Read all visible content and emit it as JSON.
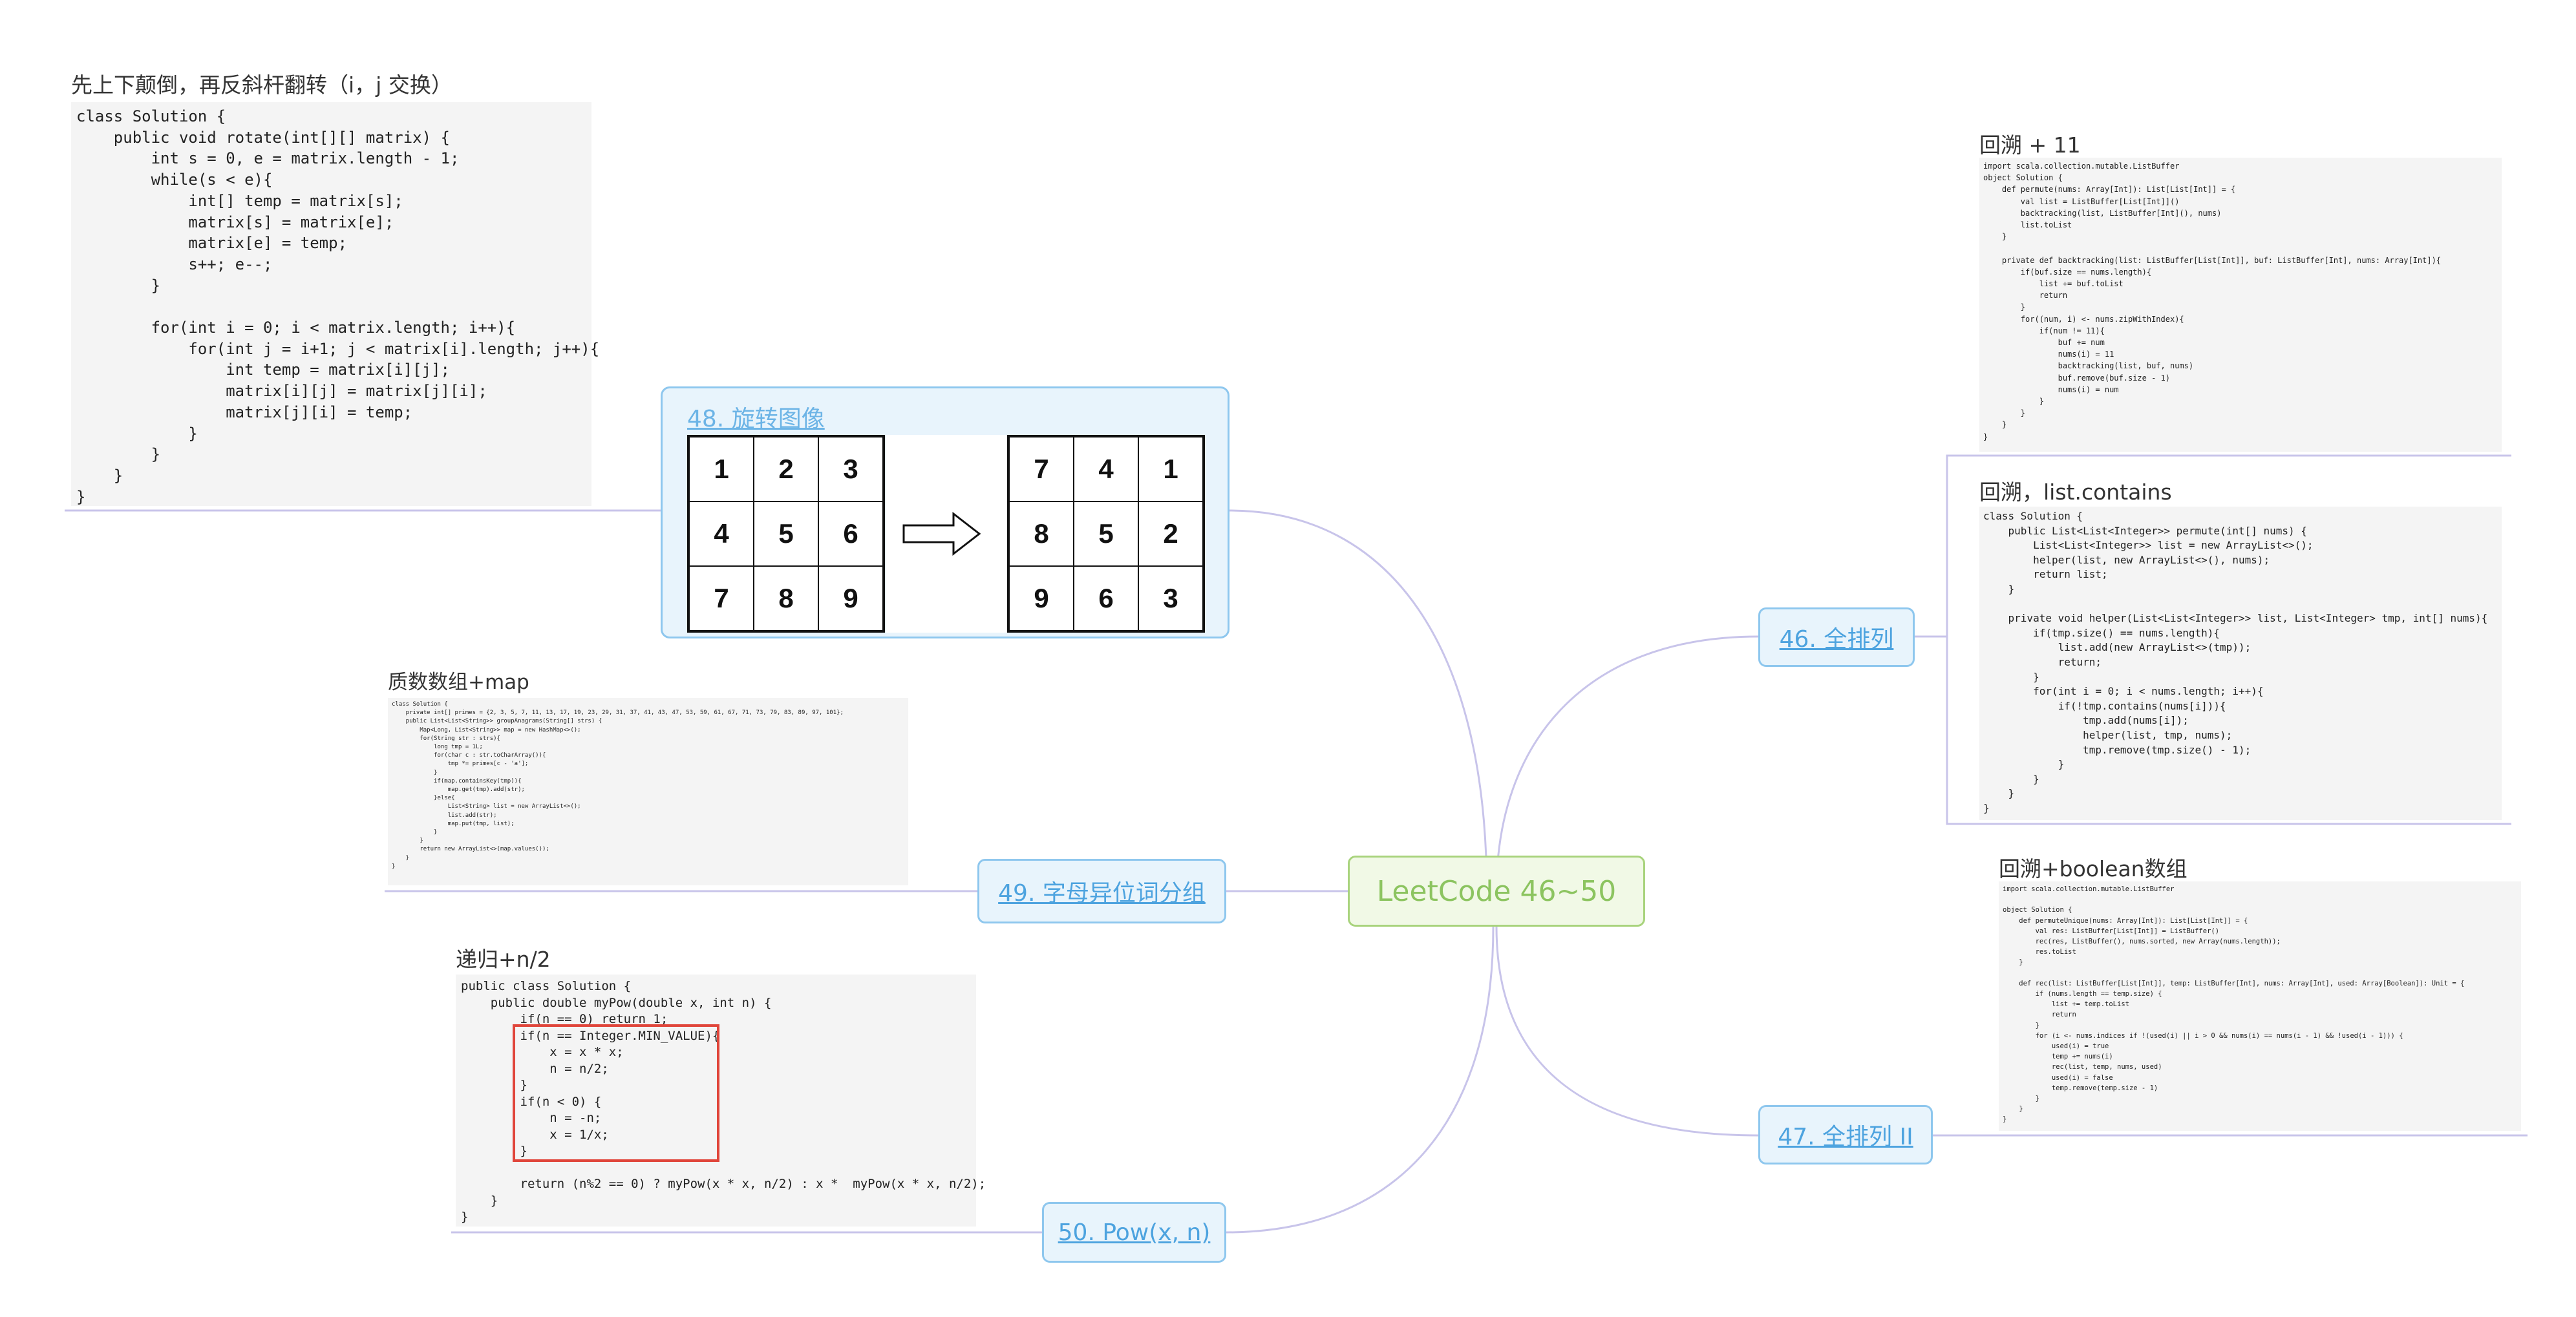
{
  "center": {
    "label": "LeetCode 46~50"
  },
  "topics": {
    "t46": {
      "label": "46. 全排列"
    },
    "t47": {
      "label": "47. 全排列 II"
    },
    "t48": {
      "label": "48. 旋转图像"
    },
    "t49": {
      "label": "49. 字母异位词分组"
    },
    "t50": {
      "label": "50. Pow(x, n)"
    }
  },
  "rotate_grids": {
    "before": [
      "1",
      "2",
      "3",
      "4",
      "5",
      "6",
      "7",
      "8",
      "9"
    ],
    "after": [
      "7",
      "4",
      "1",
      "8",
      "5",
      "2",
      "9",
      "6",
      "3"
    ]
  },
  "notes": {
    "n48": {
      "title": "先上下颠倒，再反斜杆翻转（i，j 交换）",
      "code": [
        "class Solution {",
        "    public void rotate(int[][] matrix) {",
        "        int s = 0, e = matrix.length - 1;",
        "        while(s < e){",
        "            int[] temp = matrix[s];",
        "            matrix[s] = matrix[e];",
        "            matrix[e] = temp;",
        "            s++; e--;",
        "        }",
        "",
        "        for(int i = 0; i < matrix.length; i++){",
        "            for(int j = i+1; j < matrix[i].length; j++){",
        "                int temp = matrix[i][j];",
        "                matrix[i][j] = matrix[j][i];",
        "                matrix[j][i] = temp;",
        "            }",
        "        }",
        "    }",
        "}"
      ]
    },
    "n49": {
      "title": "质数数组+map",
      "code": [
        "class Solution {",
        "    private int[] primes = {2, 3, 5, 7, 11, 13, 17, 19, 23, 29, 31, 37, 41, 43, 47, 53, 59, 61, 67, 71, 73, 79, 83, 89, 97, 101};",
        "    public List<List<String>> groupAnagrams(String[] strs) {",
        "        Map<Long, List<String>> map = new HashMap<>();",
        "        for(String str : strs){",
        "            long tmp = 1L;",
        "            for(char c : str.toCharArray()){",
        "                tmp *= primes[c - 'a'];",
        "            }",
        "            if(map.containsKey(tmp)){",
        "                map.get(tmp).add(str);",
        "            }else{",
        "                List<String> list = new ArrayList<>();",
        "                list.add(str);",
        "                map.put(tmp, list);",
        "            }",
        "        }",
        "        return new ArrayList<>(map.values());",
        "    }",
        "}"
      ]
    },
    "n50": {
      "title": "递归+n/2",
      "code": [
        "public class Solution {",
        "    public double myPow(double x, int n) {",
        "        if(n == 0) return 1;",
        "        if(n == Integer.MIN_VALUE){",
        "            x = x * x;",
        "            n = n/2;",
        "        }",
        "        if(n < 0) {",
        "            n = -n;",
        "            x = 1/x;",
        "        }",
        "",
        "        return (n%2 == 0) ? myPow(x * x, n/2) : x *  myPow(x * x, n/2);",
        "    }",
        "}"
      ]
    },
    "n46a": {
      "title": "回溯 + 11",
      "code": [
        "import scala.collection.mutable.ListBuffer",
        "object Solution {",
        "    def permute(nums: Array[Int]): List[List[Int]] = {",
        "        val list = ListBuffer[List[Int]]()",
        "        backtracking(list, ListBuffer[Int](), nums)",
        "        list.toList",
        "    }",
        "",
        "    private def backtracking(list: ListBuffer[List[Int]], buf: ListBuffer[Int], nums: Array[Int]){",
        "        if(buf.size == nums.length){",
        "            list += buf.toList",
        "            return",
        "        }",
        "        for((num, i) <- nums.zipWithIndex){",
        "            if(num != 11){",
        "                buf += num",
        "                nums(i) = 11",
        "                backtracking(list, buf, nums)",
        "                buf.remove(buf.size - 1)",
        "                nums(i) = num",
        "            }",
        "        }",
        "    }",
        "}"
      ]
    },
    "n46b": {
      "title": "回溯，list.contains",
      "code": [
        "class Solution {",
        "    public List<List<Integer>> permute(int[] nums) {",
        "        List<List<Integer>> list = new ArrayList<>();",
        "        helper(list, new ArrayList<>(), nums);",
        "        return list;",
        "    }",
        "",
        "    private void helper(List<List<Integer>> list, List<Integer> tmp, int[] nums){",
        "        if(tmp.size() == nums.length){",
        "            list.add(new ArrayList<>(tmp));",
        "            return;",
        "        }",
        "        for(int i = 0; i < nums.length; i++){",
        "            if(!tmp.contains(nums[i])){",
        "                tmp.add(nums[i]);",
        "                helper(list, tmp, nums);",
        "                tmp.remove(tmp.size() - 1);",
        "            }",
        "        }",
        "    }",
        "}"
      ]
    },
    "n47": {
      "title": "回溯+boolean数组",
      "code": [
        "import scala.collection.mutable.ListBuffer",
        "",
        "object Solution {",
        "    def permuteUnique(nums: Array[Int]): List[List[Int]] = {",
        "        val res: ListBuffer[List[Int]] = ListBuffer()",
        "        rec(res, ListBuffer(), nums.sorted, new Array(nums.length));",
        "        res.toList",
        "    }",
        "",
        "    def rec(list: ListBuffer[List[Int]], temp: ListBuffer[Int], nums: Array[Int], used: Array[Boolean]): Unit = {",
        "        if (nums.length == temp.size) {",
        "            list += temp.toList",
        "            return",
        "        }",
        "        for (i <- nums.indices if !(used(i) || i > 0 && nums(i) == nums(i - 1) && !used(i - 1))) {",
        "            used(i) = true",
        "            temp += nums(i)",
        "            rec(list, temp, nums, used)",
        "            used(i) = false",
        "            temp.remove(temp.size - 1)",
        "        }",
        "    }",
        "}"
      ]
    }
  },
  "colors": {
    "connector": "#c8c4ea",
    "center_fill": "#f1f9e6",
    "center_border": "#a8d37c",
    "center_text": "#8cc460",
    "topic_fill": "#e8f4fc",
    "topic_border": "#8ec7ee",
    "topic_text": "#4da3df",
    "highlight": "#e0453a"
  }
}
